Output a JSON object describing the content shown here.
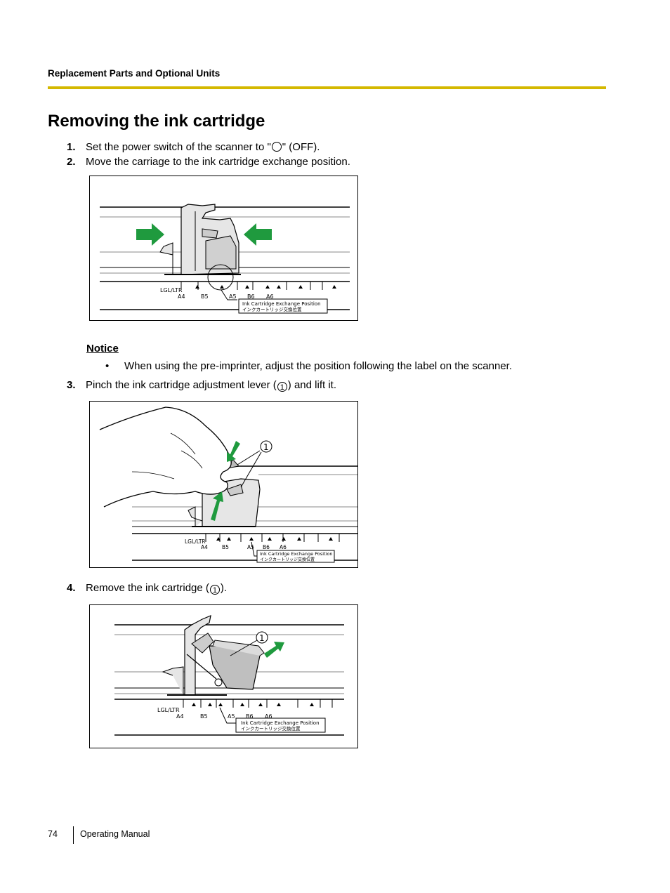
{
  "header": {
    "section": "Replacement Parts and Optional Units"
  },
  "title": "Removing the ink cartridge",
  "steps": [
    {
      "num": "1.",
      "before": "Set the power switch of the scanner to \"",
      "after": "\" (OFF)."
    },
    {
      "num": "2.",
      "text": "Move the carriage to the ink cartridge exchange position."
    },
    {
      "num": "3.",
      "before": "Pinch the ink cartridge adjustment lever (",
      "marker": "1",
      "after": ") and lift it."
    },
    {
      "num": "4.",
      "before": "Remove the ink cartridge (",
      "marker": "1",
      "after": ")."
    }
  ],
  "notice": {
    "heading": "Notice",
    "bullet": "•",
    "text": "When using the pre-imprinter, adjust the position following the label on the scanner."
  },
  "figure_labels": {
    "lgl_ltr": "LGL/LTR",
    "a4": "A4",
    "b5": "B5",
    "a5": "A5",
    "b6": "B6",
    "a6": "A6",
    "exchange_en": "Ink Cartridge Exchange Position",
    "exchange_ja": "インクカートリッジ交換位置",
    "callout": "1"
  },
  "colors": {
    "accent_rule": "#d4b800",
    "arrow_green": "#1f9a3e"
  },
  "footer": {
    "page_number": "74",
    "manual": "Operating Manual"
  }
}
